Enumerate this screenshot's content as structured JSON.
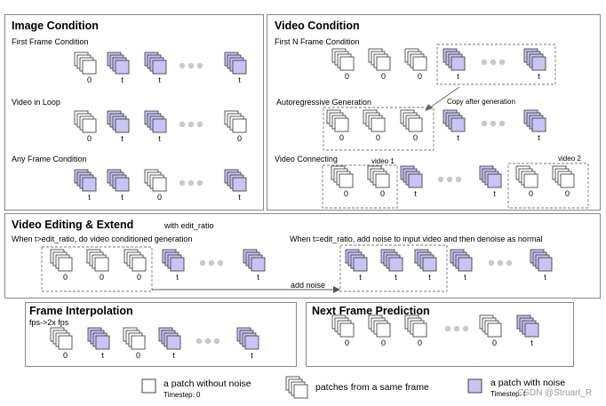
{
  "colors": {
    "noise": "#c9c4f4",
    "clean": "#ffffff",
    "stroke": "#333333",
    "panel_border": "#888888",
    "dashed": "#7a7a7a",
    "dots": "#c8c8c8"
  },
  "image_condition": {
    "title": "Image Condition",
    "first_frame": {
      "label": "First Frame Condition",
      "stacks": [
        "0",
        "t",
        "t",
        "...",
        "t"
      ]
    },
    "video_in_loop": {
      "label": "Video in Loop",
      "stacks": [
        "0",
        "t",
        "t",
        "...",
        "0"
      ]
    },
    "any_frame": {
      "label": "Any Frame Condition",
      "stacks": [
        "t",
        "t",
        "0",
        "...",
        "t"
      ]
    }
  },
  "video_condition": {
    "title": "Video Condition",
    "first_n": {
      "label": "First N Frame Condition",
      "stacks": [
        "0",
        "0",
        "0",
        "t",
        "...",
        "t"
      ]
    },
    "autoregressive": {
      "label": "Autoregressive Generation",
      "stacks": [
        "0",
        "0",
        "0",
        "t",
        "...",
        "t"
      ]
    },
    "copy_label": "Copy after generation",
    "connecting": {
      "label": "Video Connecting",
      "stacks": [
        "0",
        "0",
        "t",
        "...",
        "t",
        "0",
        "0"
      ]
    },
    "video1": "video 1",
    "video2": "video 2"
  },
  "editing": {
    "title": "Video Editing & Extend",
    "subtitle": "with edit_ratio",
    "left_label": "When t>edit_ratio, do video conditioned generation",
    "right_label": "When t=edit_ratio, add noise to input video and then denoise as normal",
    "add_noise": "add noise",
    "left_stacks": [
      "0",
      "0",
      "0",
      "t",
      "...",
      "t"
    ],
    "right_stacks": [
      "t",
      "t",
      "t",
      "t",
      "...",
      "t"
    ]
  },
  "interpolation": {
    "title": "Frame Interpolation",
    "subtitle": "fps->2x fps",
    "stacks": [
      "0",
      "t",
      "0",
      "t",
      "...",
      "t"
    ]
  },
  "next_frame": {
    "title": "Next Frame Prediction",
    "stacks": [
      "0",
      "0",
      "0",
      "...",
      "0",
      "t"
    ]
  },
  "legend": {
    "clean_label": "a patch without noise",
    "clean_timestep": "Timestep: 0",
    "stack_label": "patches from a same frame",
    "noise_label": "a patch with noise",
    "noise_timestep": "Timestep: t"
  },
  "watermark": "CSDN @Struart_R"
}
